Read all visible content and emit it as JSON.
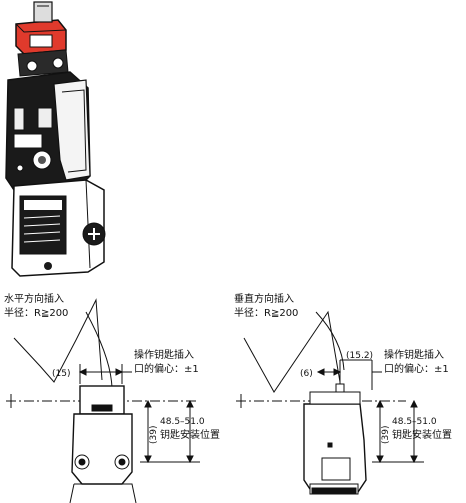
{
  "diagram": {
    "left_view": {
      "insert_direction": "水平方向插入",
      "radius_label": "半径：R≧200",
      "dim_horizontal": "(15)",
      "key_offset_title": "操作钥匙插入",
      "key_offset_value": "口的偏心：±1",
      "dim_vertical": "(39)",
      "mount_range": "48.5–51.0",
      "mount_label": "钥匙安装位置"
    },
    "right_view": {
      "insert_direction": "垂直方向插入",
      "radius_label": "半径：R≧200",
      "dim_horizontal": "(6)",
      "dim_top": "(15.2)",
      "key_offset_title": "操作钥匙插入",
      "key_offset_value": "口的偏心：±1",
      "dim_vertical": "(39)",
      "mount_range": "48.5–51.0",
      "mount_label": "钥匙安装位置"
    },
    "colors": {
      "switch_head": "#e03a2c",
      "switch_body": "#1a1a1a",
      "line": "#111111"
    }
  }
}
